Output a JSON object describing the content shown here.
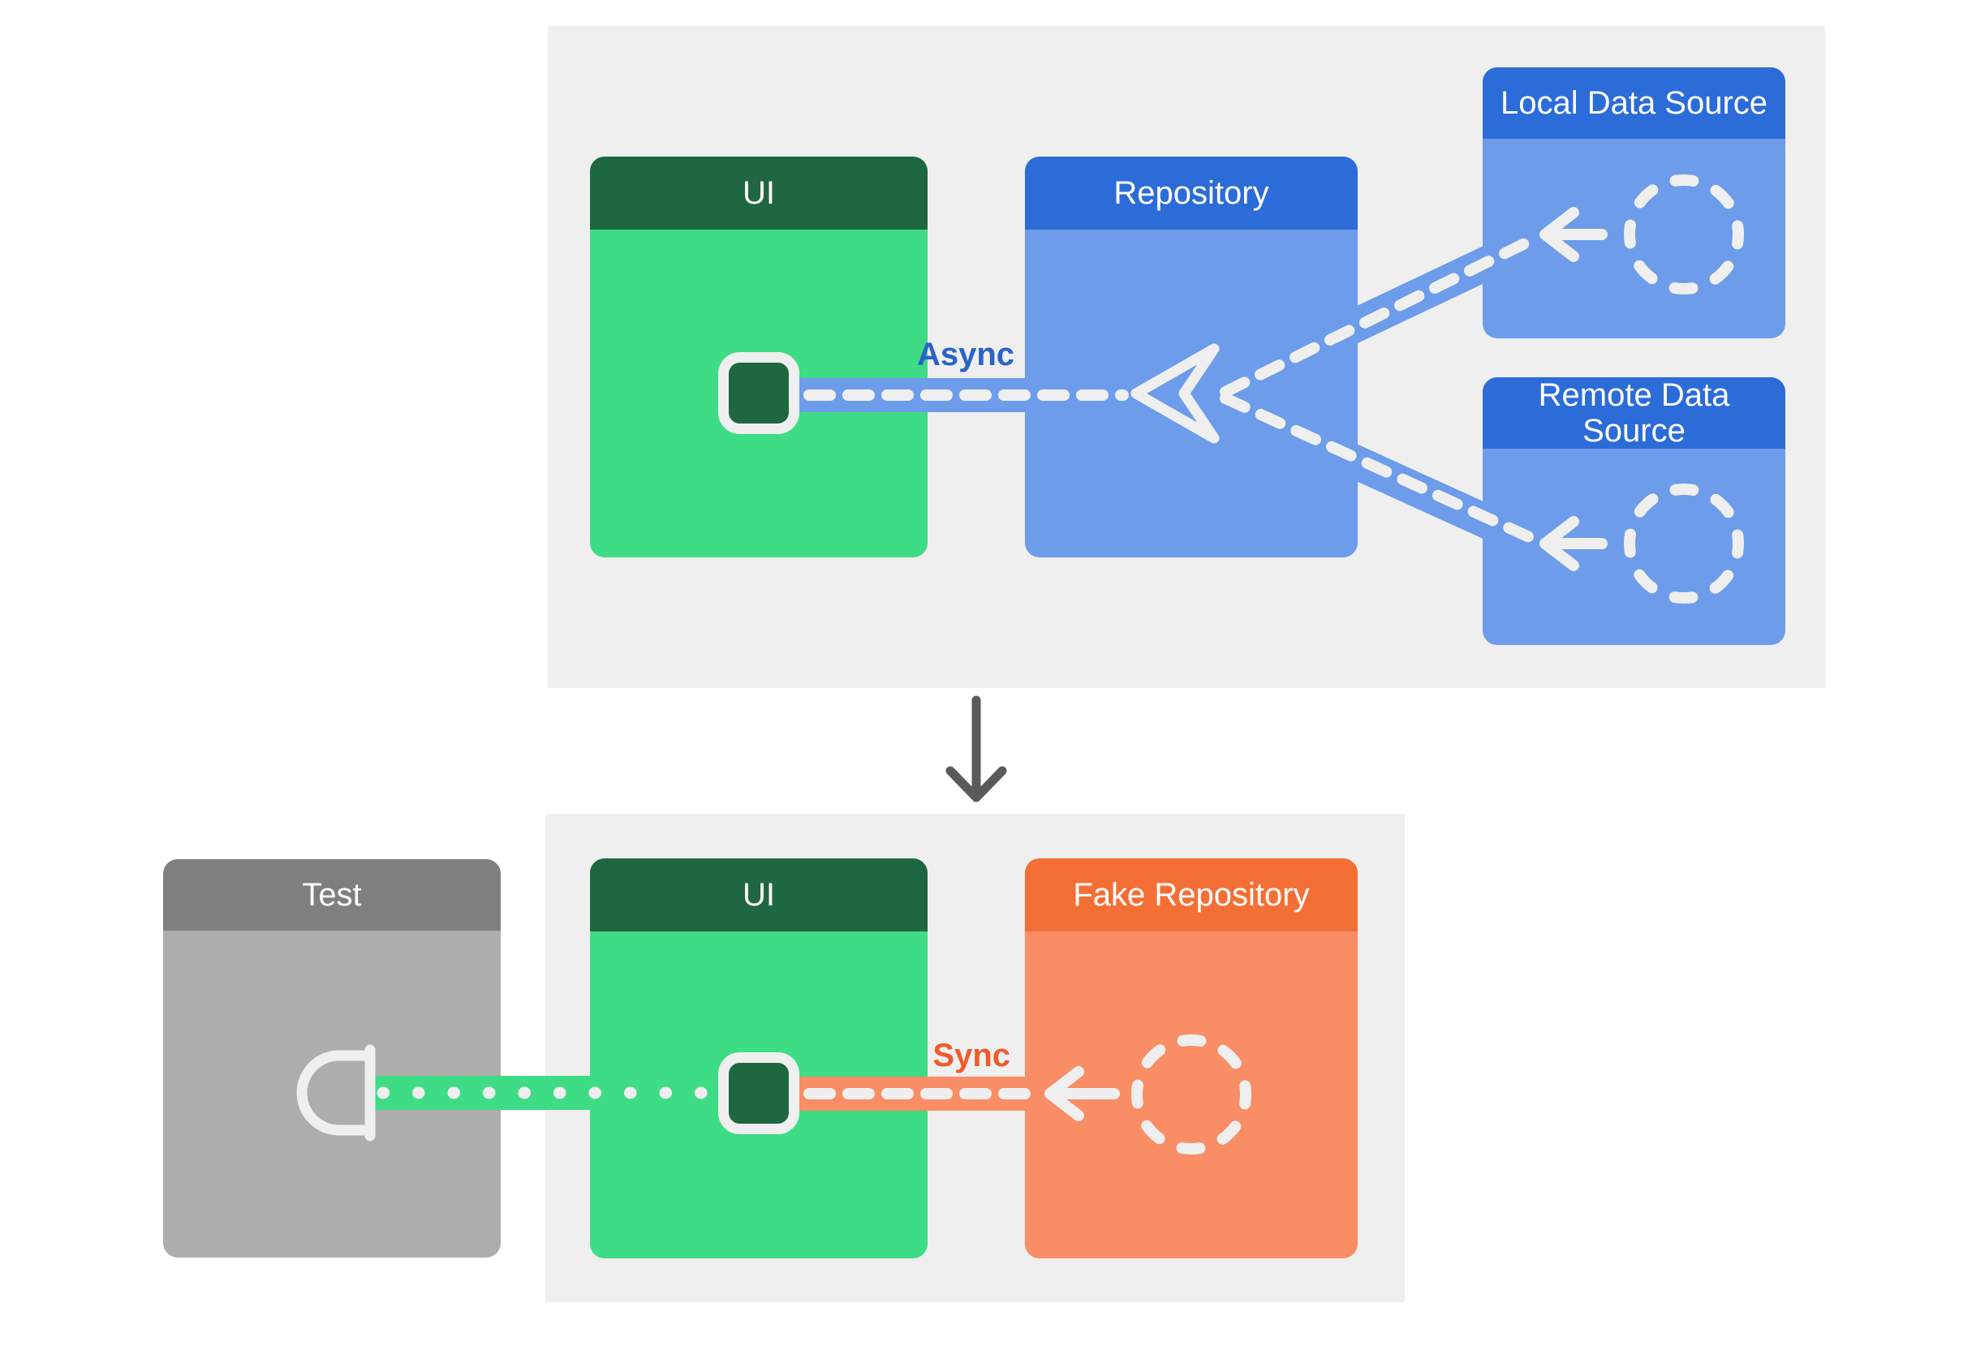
{
  "diagram": {
    "top_panel": {
      "ui_card": {
        "title": "UI"
      },
      "repository_card": {
        "title": "Repository"
      },
      "local_data_source_card": {
        "title": "Local Data Source"
      },
      "remote_data_source_card": {
        "title": "Remote Data Source"
      },
      "async_label": "Async"
    },
    "bottom_panel": {
      "test_card": {
        "title": "Test"
      },
      "ui_card": {
        "title": "UI"
      },
      "fake_repository_card": {
        "title": "Fake Repository"
      },
      "sync_label": "Sync"
    }
  },
  "icons": {
    "dashed_circle": "dashed-circle-icon (data source instance)",
    "arrow_left": "arrow-left-icon (data flow direction)",
    "observer_triangle": "observer-triangle-icon (repository output observer)",
    "ui_component": "ui-component-icon (dark rounded square on UI)",
    "test_socket": "test-socket-icon (half-circle plug on Test)",
    "down_arrow": "down-arrow-icon (replace-with-test transition)"
  },
  "colors": {
    "page_bg": "#FFFFFF",
    "panel_bg": "#EFEFEF",
    "green_header": "#1E6741",
    "green_body": "#3EDC84",
    "blue_header": "#2C6CD8",
    "blue_body": "#6D9CEA",
    "orange_header": "#F46F35",
    "orange_body": "#F98D66",
    "gray_header": "#7F7F7F",
    "gray_body": "#ADADAD",
    "stroke_white": "#EFEFEF",
    "async_text": "#2A62C9",
    "sync_text": "#EF5B28",
    "down_arrow": "#5A5A5A"
  }
}
